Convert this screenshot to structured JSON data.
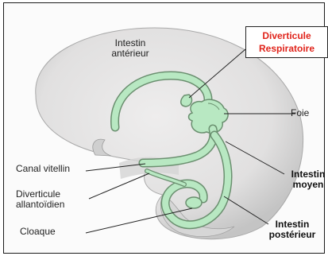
{
  "labels": {
    "foregut": [
      "Intestin",
      "antérieur"
    ],
    "respiratory": [
      "Diverticule",
      "Respiratoire"
    ],
    "liver": "Foie",
    "midgut": [
      "Intestin",
      "moyen"
    ],
    "vitelline": "Canal vitellin",
    "allantois": [
      "Diverticule",
      "allantoïdien"
    ],
    "cloaca": "Cloaque",
    "hindgut": [
      "Intestin",
      "postérieur"
    ]
  },
  "colors": {
    "embryo_fill": "#e5e4e4",
    "embryo_shadow": "#bdbdbd",
    "gut_fill": "#b8e8c2",
    "gut_stroke": "#6a8f6f",
    "callout_text": "#e0241b"
  }
}
